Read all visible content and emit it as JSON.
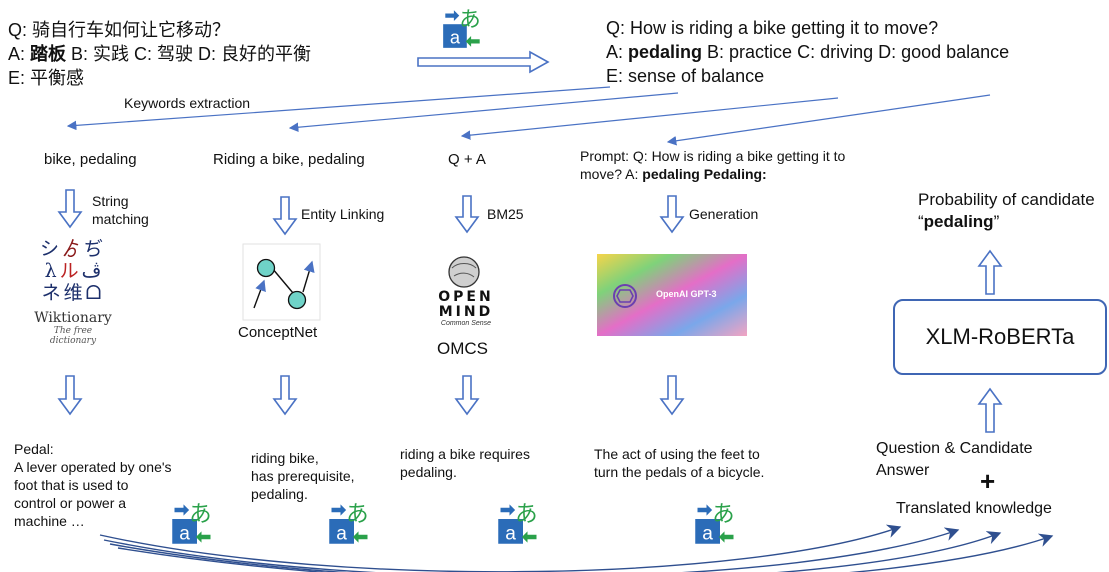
{
  "chinese_question": {
    "q_label": "Q: 骑自行车如何让它移动？",
    "a_prefix": "A: ",
    "a_bold": "踏板",
    "a_rest": " B: 实践 C: 驾驶 D: 良好的平衡",
    "e_option": "E: 平衡感"
  },
  "english_question": {
    "q_label": "Q: How is riding a bike getting it to move?",
    "a_prefix": "A: ",
    "a_bold": "pedaling",
    "a_rest": " B: practice C: driving D: good balance",
    "e_option": "E: sense of balance"
  },
  "keywords_extraction": "Keywords extraction",
  "pipelines": [
    {
      "query": "bike, pedaling",
      "method": "String matching",
      "source": "Wiktionary",
      "source_sub": "The free dictionary",
      "knowledge": "Pedal:\nA lever operated by one's foot that is used to control or power a machine …"
    },
    {
      "query": "Riding a bike, pedaling",
      "method": "Entity Linking",
      "source": "ConceptNet",
      "knowledge": "riding bike,\nhas prerequisite,\npedaling."
    },
    {
      "query": "Q + A",
      "method": "BM25",
      "source": "OMCS",
      "logo_top": "OPEN",
      "logo_bottom": "MIND",
      "logo_sub": "Common Sense",
      "knowledge": "riding a bike requires\npedaling."
    },
    {
      "query_prefix": "Prompt: Q: How is riding a bike getting it to move? A: ",
      "query_bold": "pedaling Pedaling:",
      "method": "Generation",
      "source": "OpenAI GPT-3",
      "knowledge": "The act of using the feet to turn the pedals of a bicycle."
    }
  ],
  "right_panel": {
    "prob_prefix": "Probability of candidate “",
    "prob_bold": "pedaling",
    "prob_suffix": "”",
    "model": "XLM-RoBERTa",
    "qc": "Question & Candidate Answer",
    "plus": "+",
    "translated": "Translated knowledge"
  },
  "translate_glyph": {
    "top": "あ",
    "bottom": "a"
  },
  "colors": {
    "arrow": "#4a72c4",
    "arrow_dark": "#2f4f8f",
    "box": "#3f66b4",
    "translate_bg": "#2b6cb8",
    "translate_green": "#2aa14a"
  }
}
